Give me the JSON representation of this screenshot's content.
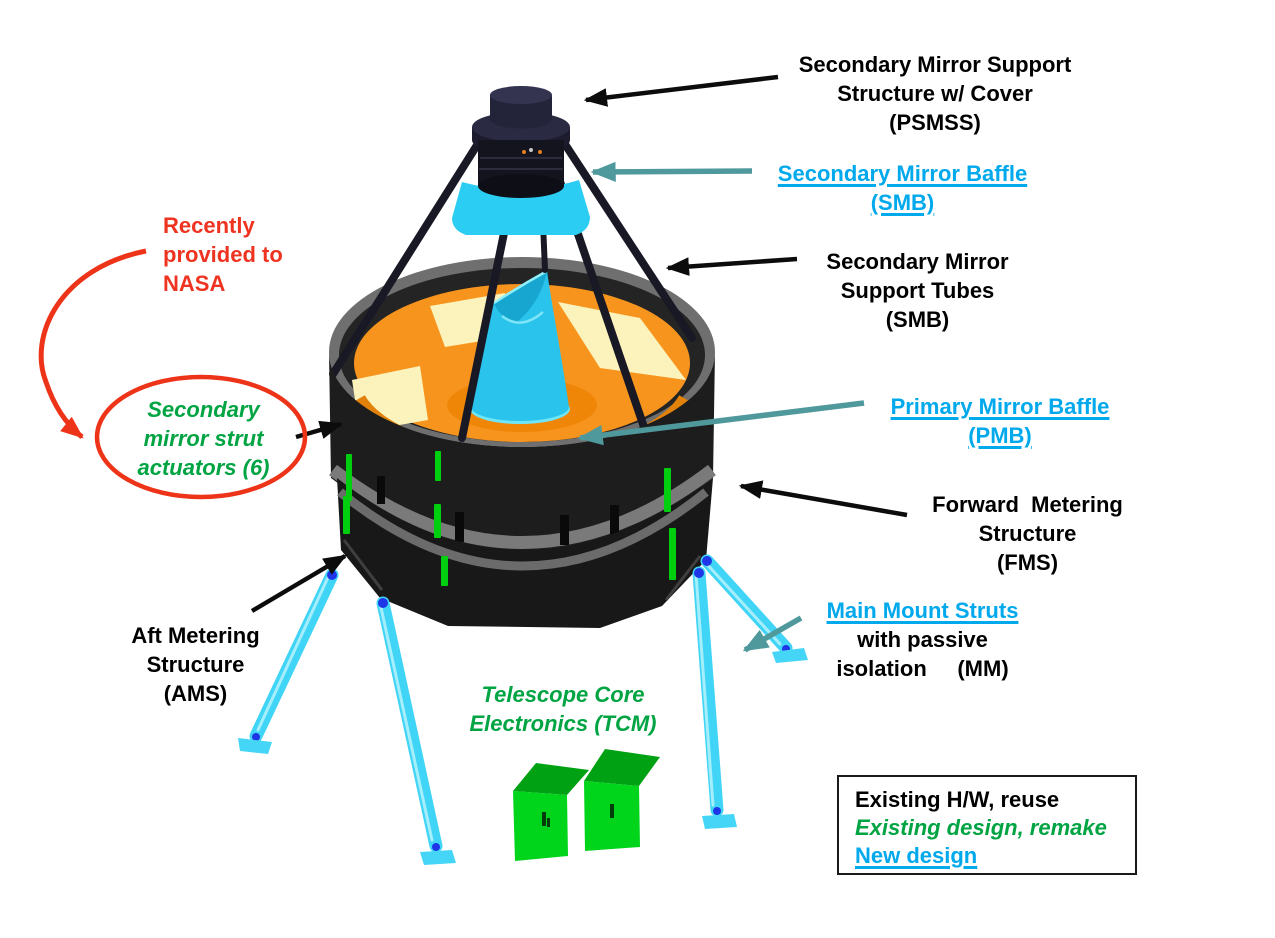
{
  "labels": {
    "psmss": [
      "Secondary Mirror Support",
      "Structure w/ Cover",
      "(PSMSS)"
    ],
    "smb": [
      "Secondary Mirror Baffle",
      "(SMB)"
    ],
    "support_tubes": [
      "Secondary Mirror",
      "Support Tubes",
      "(SMB)"
    ],
    "pmb": [
      "Primary Mirror Baffle",
      "(PMB)"
    ],
    "fms": [
      "Forward  Metering",
      "Structure",
      "(FMS)"
    ],
    "mm": {
      "title": "Main Mount Struts",
      "line2": "with passive",
      "line3": "isolation     (MM)"
    },
    "recently_provided": [
      "Recently",
      "provided to",
      "NASA"
    ],
    "strut_actuators": [
      "Secondary",
      "mirror strut",
      "actuators (6)"
    ],
    "ams": [
      "Aft Metering",
      "Structure",
      "(AMS)"
    ],
    "tcm": [
      "Telescope Core",
      "Electronics (TCM)"
    ]
  },
  "legend": {
    "items": [
      {
        "label": "Existing H/W, reuse",
        "meaning": "black"
      },
      {
        "label": "Existing design, remake",
        "meaning": "green-italic"
      },
      {
        "label": "New design",
        "meaning": "blue-underline"
      }
    ]
  },
  "colors": {
    "new_design_blue": "#00a8ec",
    "existing_design_green": "#00a443",
    "callout_red": "#ee3420",
    "teal_arrow": "#4f999c",
    "black_arrow": "#0c0c0c",
    "mirror_orange": "#f7941e",
    "baffle_cyan": "#29c3ec",
    "strut_cyan": "#40d4f6",
    "tcm_box_green": "#00d51c",
    "barrel_dark": "#1d1d1d"
  }
}
